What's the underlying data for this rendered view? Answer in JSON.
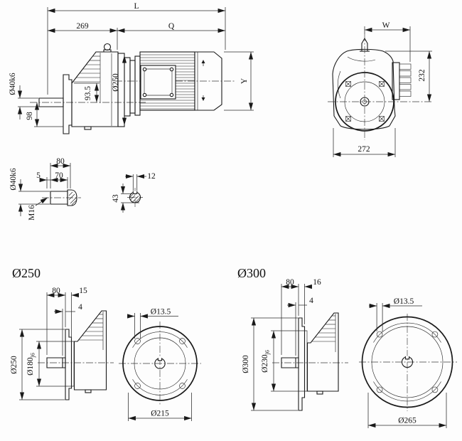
{
  "drawing": {
    "background": "#fdfdfd",
    "line_color": "#1a1a1a",
    "side_view": {
      "dims": {
        "L": "L",
        "front_length": "269",
        "Q": "Q",
        "shaft_dia": "Ø40k6",
        "center_to_rib": "93.5",
        "adapter_dia": "Ø250",
        "shaft_height": "98",
        "Y": "Y"
      }
    },
    "end_view": {
      "dims": {
        "W": "W",
        "height": "232",
        "width": "272"
      }
    },
    "shaft_detail": {
      "dims": {
        "length": "80",
        "step": "5",
        "usable": "70",
        "dia": "Ø40k6",
        "thread": "M16"
      }
    },
    "key_section": {
      "dims": {
        "width": "12",
        "height": "43"
      }
    },
    "flange250": {
      "title": "Ø250",
      "dims": {
        "shaft_len": "80",
        "thickness": "15",
        "shoulder": "4",
        "outer_dia": "Ø250",
        "spigot_dia": "Ø180",
        "spigot_tol": "j6",
        "hole_dia": "Ø13.5",
        "bolt_circle": "Ø215"
      }
    },
    "flange300": {
      "title": "Ø300",
      "dims": {
        "shaft_len": "80",
        "thickness": "16",
        "shoulder": "4",
        "outer_dia": "Ø300",
        "spigot_dia": "Ø230",
        "spigot_tol": "j6",
        "hole_dia": "Ø13.5",
        "bolt_circle": "Ø265"
      }
    }
  }
}
